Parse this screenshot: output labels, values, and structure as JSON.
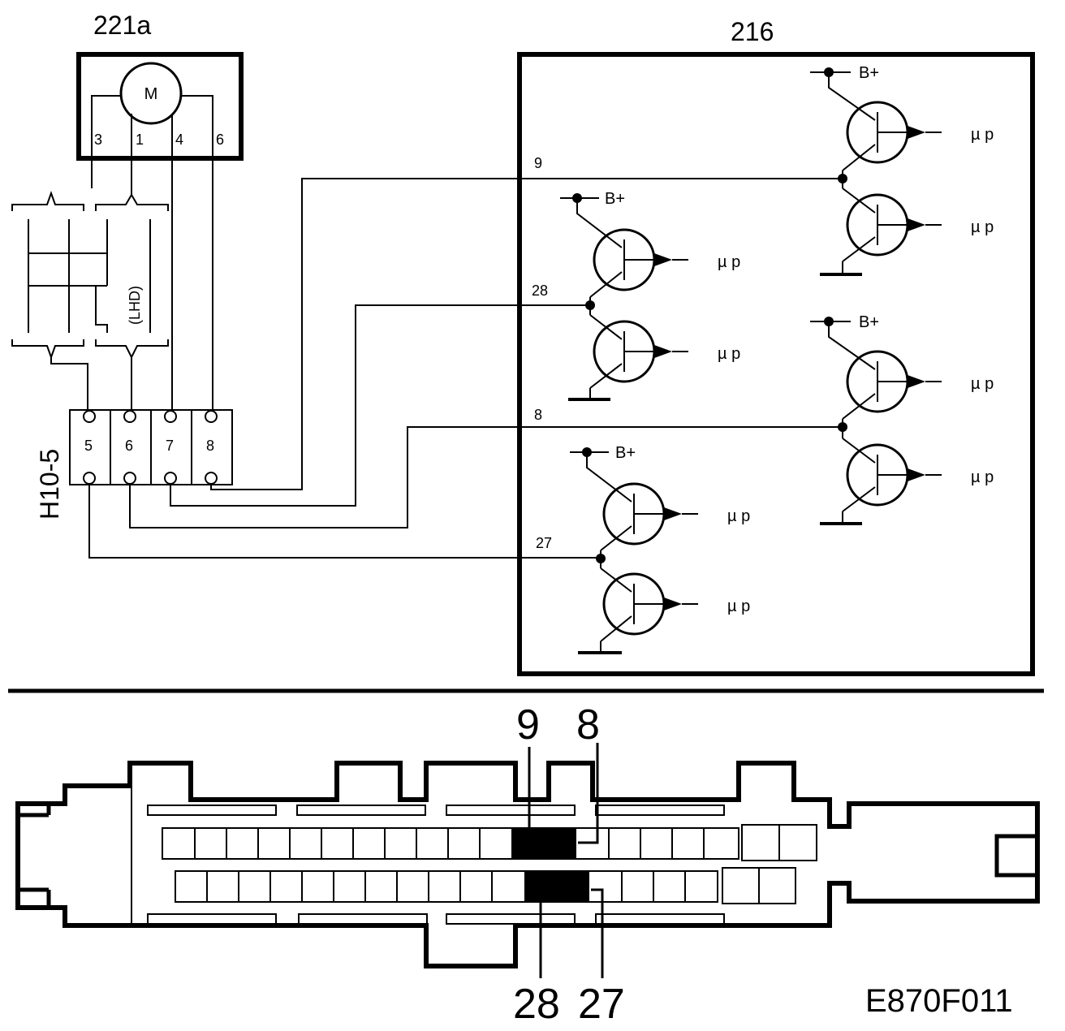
{
  "motor": {
    "id": "221a",
    "symbol": "M",
    "pins": [
      "3",
      "1",
      "4",
      "6"
    ]
  },
  "module": {
    "id": "216"
  },
  "connector": {
    "id": "H10-5",
    "pins": [
      "5",
      "6",
      "7",
      "8"
    ]
  },
  "lhd_label": "(LHD)",
  "pin_labels": {
    "p9": "9",
    "p28": "28",
    "p8": "8",
    "p27": "27"
  },
  "supply_label": "B+",
  "signal_label": "µ p",
  "bottom_labels": {
    "top_left": "9",
    "top_right": "8",
    "bottom_left": "28",
    "bottom_right": "27"
  },
  "figure_id": "E870F011",
  "colors": {
    "ink": "#000000",
    "background": "#ffffff"
  }
}
